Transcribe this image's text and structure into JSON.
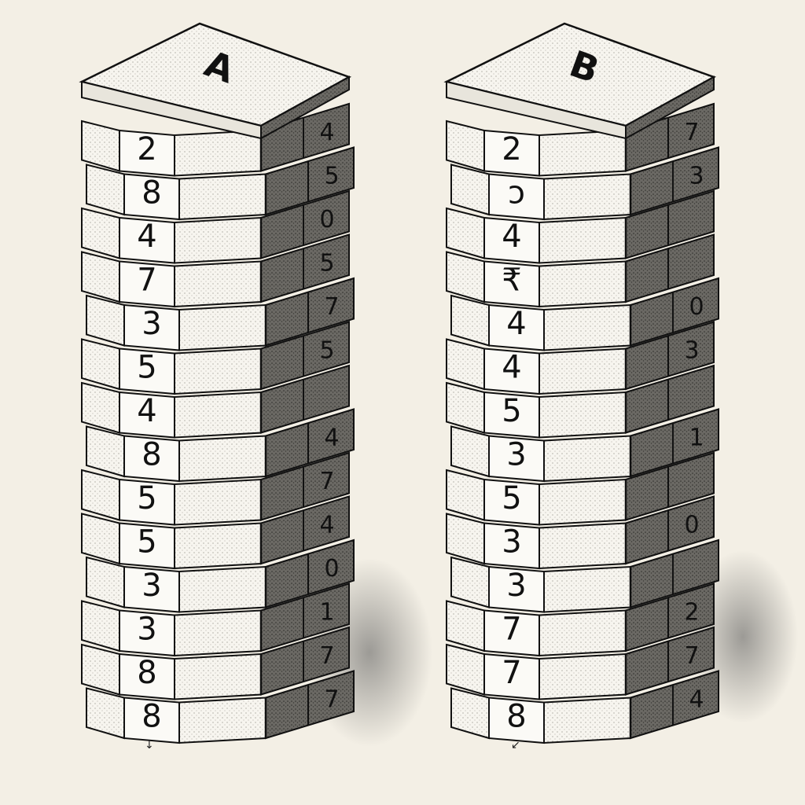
{
  "towers": [
    {
      "label": "A",
      "left_numbers": [
        "2",
        "8",
        "4",
        "7",
        "3",
        "5",
        "4",
        "8",
        "5",
        "5",
        "3",
        "3",
        "8",
        "8"
      ],
      "right_numbers": [
        "4",
        "5",
        "0",
        "5",
        "7",
        "5",
        "",
        "4",
        "7",
        "4",
        "0",
        "1",
        "7",
        "7"
      ],
      "bottom_mark": "↓"
    },
    {
      "label": "B",
      "left_numbers": [
        "2",
        "ɔ",
        "4",
        "₹",
        "4",
        "4",
        "5",
        "3",
        "5",
        "3",
        "3",
        "7",
        "7",
        "8"
      ],
      "right_numbers": [
        "7",
        "3",
        "",
        "",
        "0",
        "3",
        "",
        "1",
        "",
        "0",
        "",
        "2",
        "7",
        "4"
      ],
      "bottom_mark": "↙"
    }
  ],
  "colors": {
    "background": "#f3efe5",
    "block_front": "#f6f4ee",
    "block_side": "#d8d5cd",
    "block_dark": "#3a3a3a",
    "ink": "#111111"
  }
}
